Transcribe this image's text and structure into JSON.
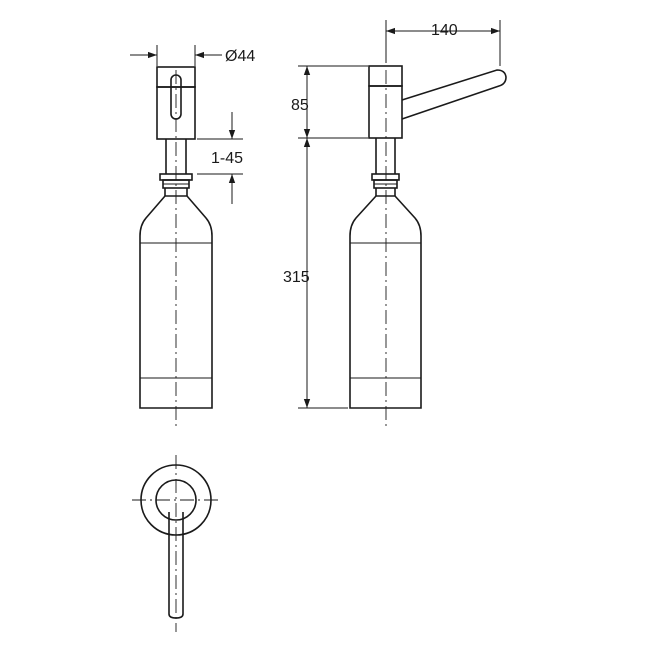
{
  "dimensions": {
    "diameter": "Ø44",
    "stroke": "1-45",
    "head_height": "85",
    "total_height": "315",
    "spout_length": "140"
  }
}
